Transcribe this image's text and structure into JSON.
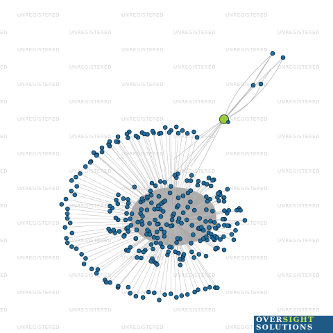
{
  "watermark": {
    "text": "UNREGISTERED"
  },
  "logo": {
    "part1": "OVER",
    "part2": "SIGHT",
    "part3": "SOLUTIONS"
  },
  "colors": {
    "background": "#ffffff",
    "node_fill": "#1f6fa3",
    "node_stroke": "#0b2233",
    "focus_node_fill": "#9acd3c",
    "edge": "#b8b8b8",
    "watermark": "#d6d6d6",
    "logo_bg": "#1f5a86",
    "logo_highlight": "#c9e64a"
  }
}
